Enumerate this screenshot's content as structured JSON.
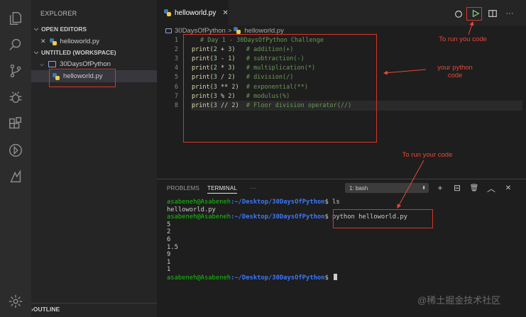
{
  "activity_bar": {
    "icons": [
      "files-icon",
      "search-icon",
      "source-control-icon",
      "debug-icon",
      "extensions-icon",
      "remote-icon",
      "test-icon",
      "settings-gear-icon"
    ]
  },
  "sidebar": {
    "title": "EXPLORER",
    "open_editors_label": "OPEN EDITORS",
    "open_editor_file": "helloworld.py",
    "workspace_label": "UNTITLED (WORKSPACE)",
    "folder_name": "30DaysOfPython",
    "file_name": "helloworld.py",
    "outline_label": "OUTLINE"
  },
  "tabs": [
    {
      "label": "helloworld.py",
      "close": "✕"
    }
  ],
  "breadcrumb": {
    "folder": "30DaysOfPython",
    "separator": ">",
    "file": "helloworld.py"
  },
  "editor": {
    "lines": [
      {
        "num": "1",
        "code": "",
        "comment": "# Day 1 - 30DaysOfPython Challenge"
      },
      {
        "num": "2",
        "fn": "print",
        "a": "2",
        "op": "+",
        "b": "3",
        "comment": "# addition(+)"
      },
      {
        "num": "3",
        "fn": "print",
        "a": "3",
        "op": "-",
        "b": "1",
        "comment": "# subtraction(-)"
      },
      {
        "num": "4",
        "fn": "print",
        "a": "2",
        "op": "*",
        "b": "3",
        "comment": "# multiplication(*)"
      },
      {
        "num": "5",
        "fn": "print",
        "a": "3",
        "op": "/",
        "b": "2",
        "comment": "# division(/)"
      },
      {
        "num": "6",
        "fn": "print",
        "a": "3",
        "op": "**",
        "b": "2",
        "comment": "# exponential(**)"
      },
      {
        "num": "7",
        "fn": "print",
        "a": "3",
        "op": "%",
        "b": "2",
        "comment": "# modulus(%)"
      },
      {
        "num": "8",
        "fn": "print",
        "a": "3",
        "op": "//",
        "b": "2",
        "comment": "# Floor division operator(//)"
      }
    ]
  },
  "panel": {
    "tabs": [
      "PROBLEMS",
      "TERMINAL",
      "···"
    ],
    "active_tab": "TERMINAL",
    "terminal_select": "1: bash",
    "icons": [
      "+",
      "⊟",
      "🗑",
      "︿",
      "✕"
    ]
  },
  "terminal": {
    "user": "asabeneh@Asabeneh",
    "path": ":~/Desktop/30DaysOfPython",
    "prompt_symbol": "$ ",
    "cmd1": "ls",
    "ls_output": "helloworld.py",
    "cmd2": "python helloworld.py",
    "outputs": [
      "5",
      "2",
      "6",
      "1.5",
      "9",
      "1",
      "1"
    ]
  },
  "annotations": {
    "run_code_top": "To run you code",
    "your_python_code": "your python\ncode",
    "run_code_terminal": "To run your code",
    "color": "#e8483a"
  },
  "watermark": "@稀土掘金技术社区"
}
